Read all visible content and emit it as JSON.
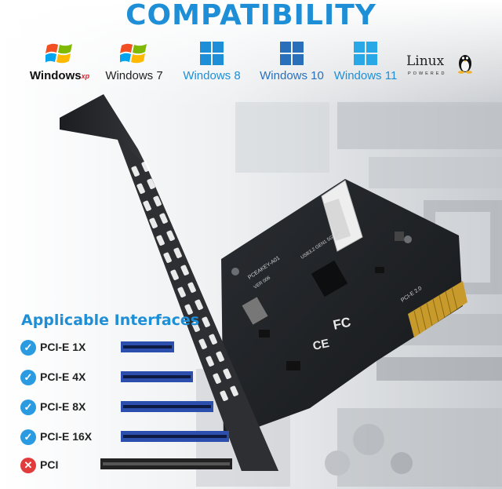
{
  "title": "COMPATIBILITY",
  "os_list": [
    {
      "label": "Windows",
      "sup": "xp",
      "color": "#111111"
    },
    {
      "label": "Windows 7",
      "color": "#222222"
    },
    {
      "label": "Windows 8",
      "color": "#1e8fd6"
    },
    {
      "label": "Windows 10",
      "color": "#2a6fba"
    },
    {
      "label": "Windows 11",
      "color": "#1e8fd6"
    }
  ],
  "linux": {
    "name": "Linux",
    "sub": "POWERED"
  },
  "card_text": {
    "model": "PCEAKEY-A01",
    "version": "VER 006",
    "usb": "USB3.2 GEN1 5Gbps",
    "pcie": "PCI-E 2.0",
    "fc": "FC",
    "ce": "CE"
  },
  "interfaces": {
    "heading": "Applicable Interfaces",
    "items": [
      {
        "name": "PCI-E 1X",
        "supported": true
      },
      {
        "name": "PCI-E 4X",
        "supported": true
      },
      {
        "name": "PCI-E 8X",
        "supported": true
      },
      {
        "name": "PCI-E 16X",
        "supported": true
      },
      {
        "name": "PCI",
        "supported": false
      }
    ]
  },
  "colors": {
    "accent": "#1e8fd6",
    "check": "#2a9be0",
    "cross": "#e23b3b",
    "slot_blue": "#2c4fae",
    "slot_black": "#222222"
  }
}
